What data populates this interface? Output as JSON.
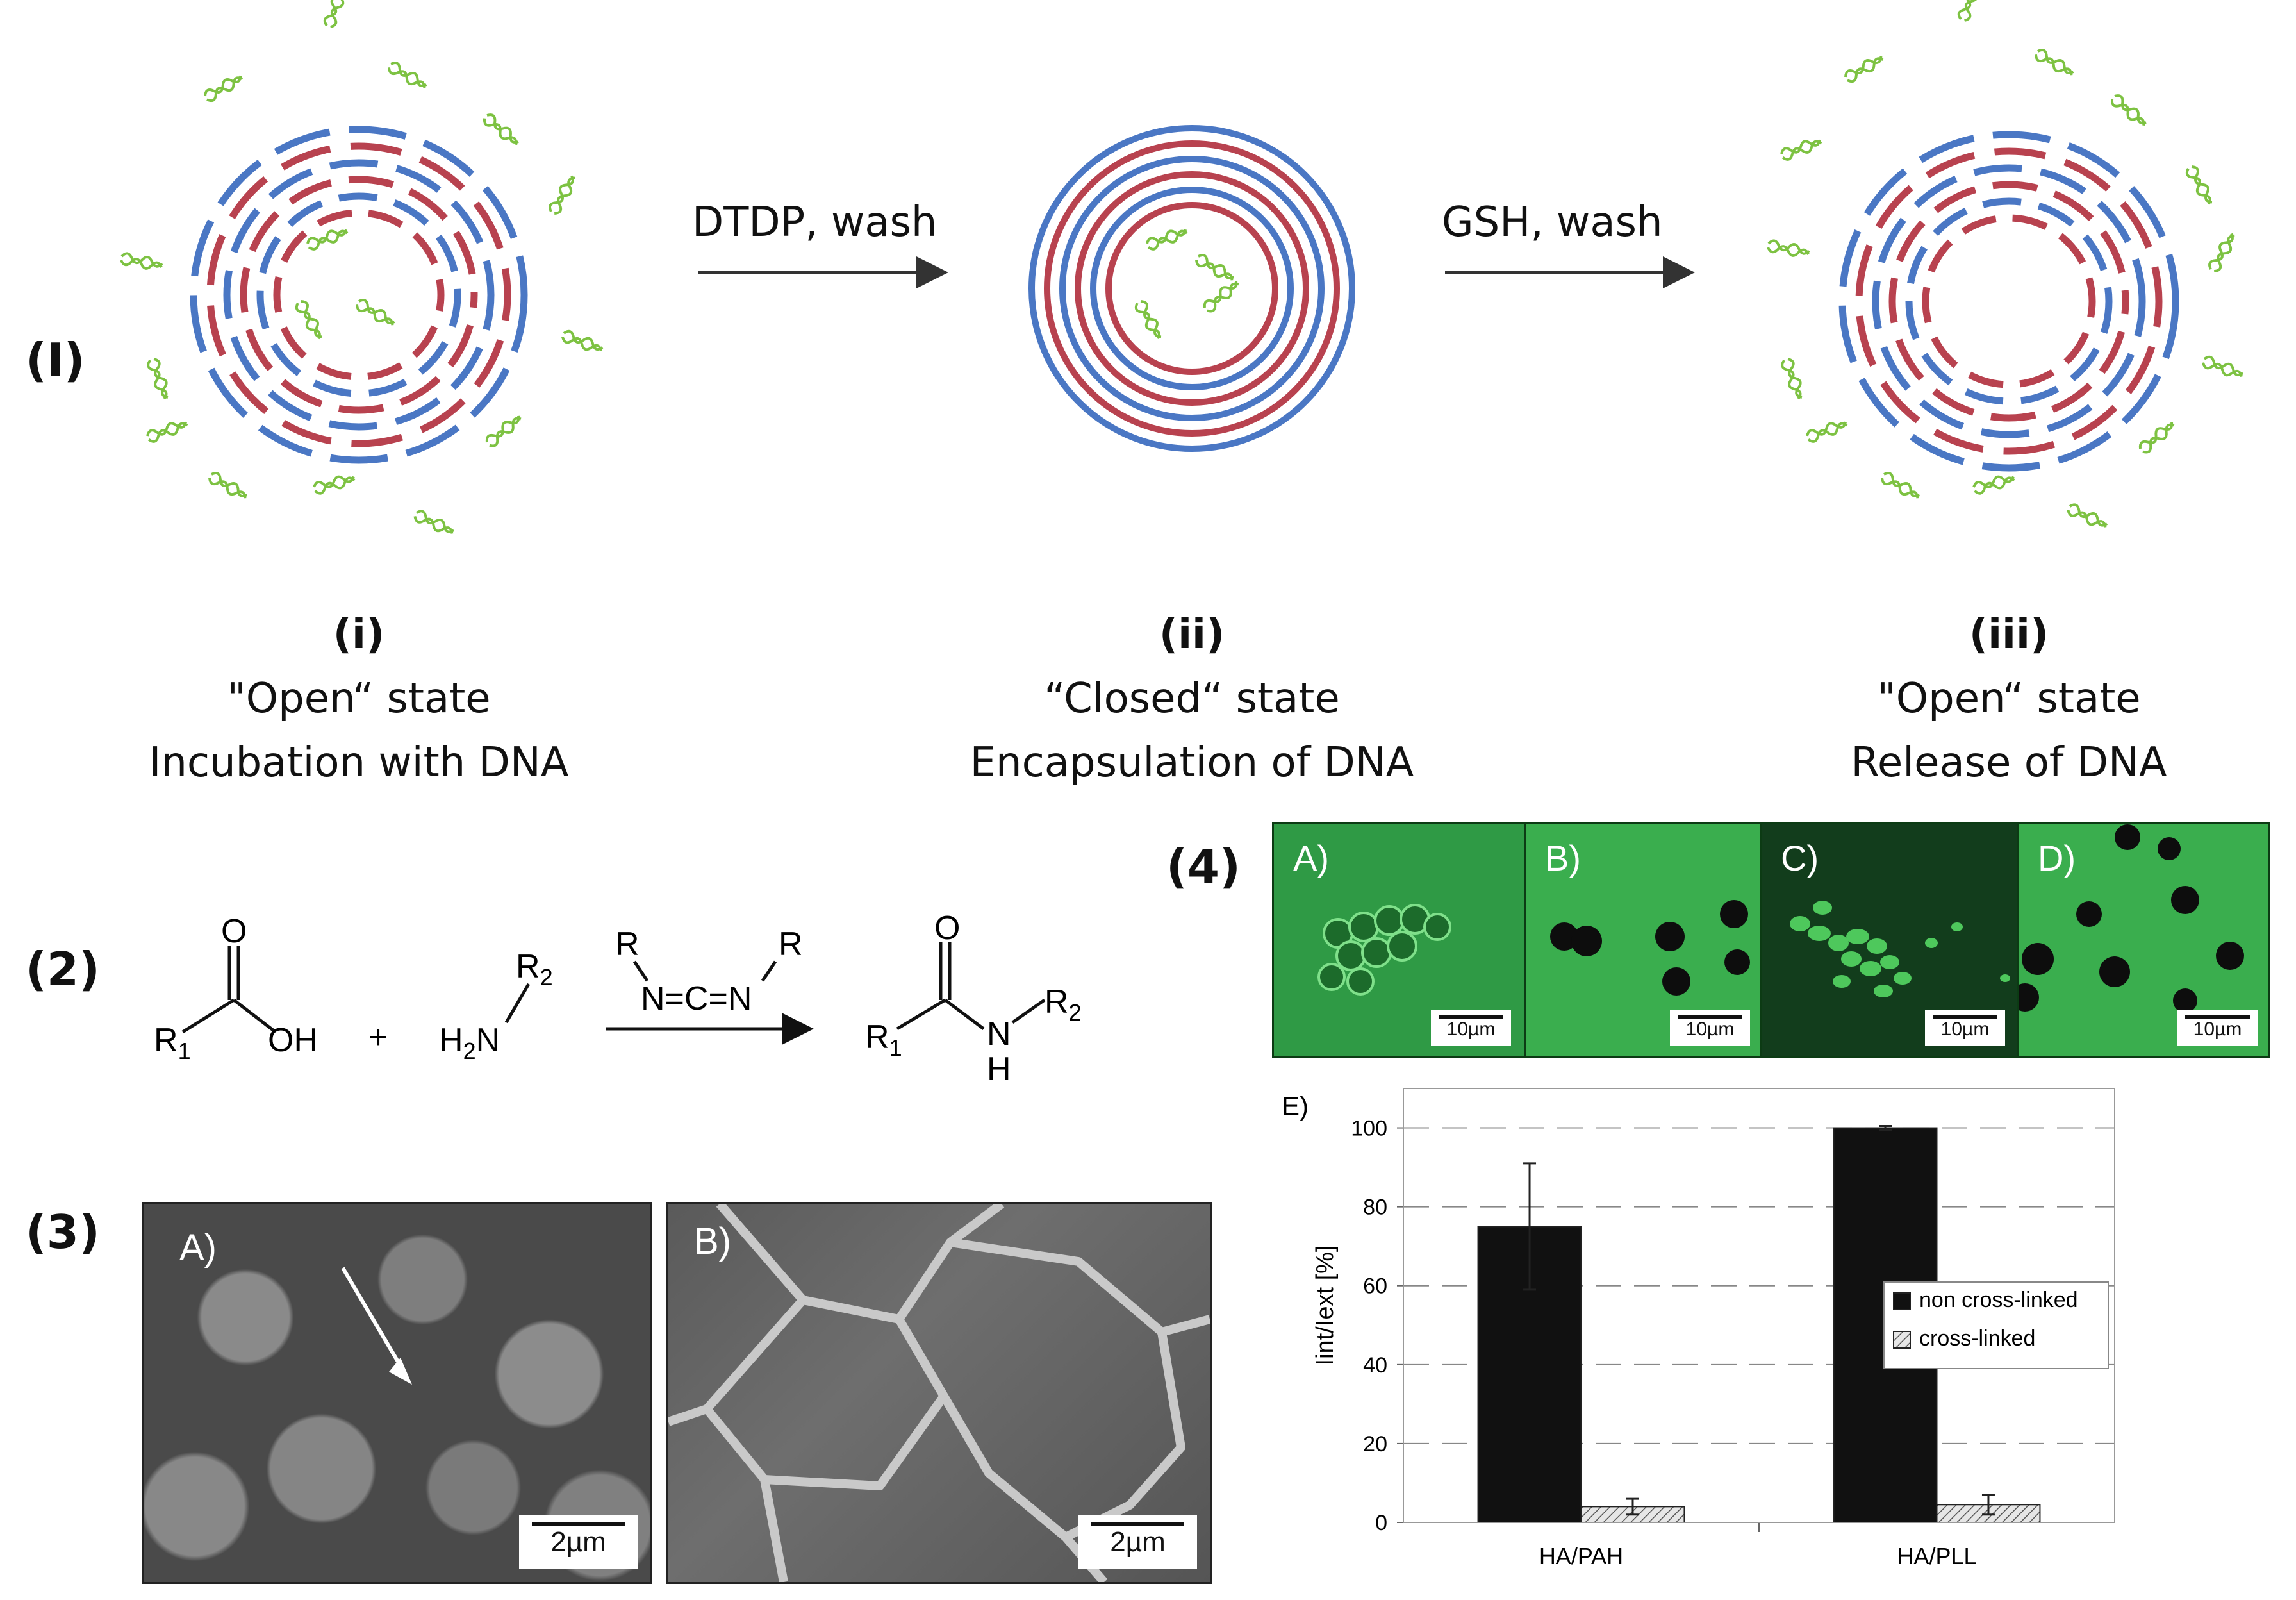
{
  "panels": {
    "p1": "(I)",
    "p2": "(2)",
    "p3": "(3)",
    "p4": "(4)"
  },
  "scheme": {
    "arrow1_label": "DTDP, wash",
    "arrow2_label": "GSH, wash",
    "states": [
      {
        "roman": "(i)",
        "line1": "\"Open“ state",
        "line2": "Incubation with DNA"
      },
      {
        "roman": "(ii)",
        "line1": "“Closed“ state",
        "line2": "Encapsulation of DNA"
      },
      {
        "roman": "(iii)",
        "line1": "\"Open“ state",
        "line2": "Release of DNA"
      }
    ],
    "colors": {
      "blue": "#4a77c4",
      "red": "#b8424f",
      "dna": "#7dc242"
    }
  },
  "reaction": {
    "R1": "R",
    "sub1": "1",
    "OH": "OH",
    "O": "O",
    "plus": "+",
    "H2N": "H",
    "sub2n": "2",
    "Nchar": "N",
    "R2": "R",
    "sub2": "2",
    "carbodiimide": "N=C=N",
    "R_left": "R",
    "R_right": "R",
    "prod_O": "O",
    "prod_R1": "R",
    "prod_sub1": "1",
    "prod_N": "N",
    "prod_H": "H",
    "prod_R2": "R",
    "prod_sub2": "2"
  },
  "sem": {
    "A_label": "A)",
    "A_scale": "2µm",
    "B_label": "B)",
    "B_scale": "2µm"
  },
  "fluo": {
    "panels": [
      {
        "label": "A)",
        "scale": "10µm"
      },
      {
        "label": "B)",
        "scale": "10µm"
      },
      {
        "label": "C)",
        "scale": "10µm"
      },
      {
        "label": "D)",
        "scale": "10µm"
      }
    ]
  },
  "chart_data": {
    "type": "bar",
    "panel_label": "E)",
    "categories": [
      "HA/PAH",
      "HA/PLL"
    ],
    "series": [
      {
        "name": "non cross-linked",
        "values": [
          75,
          100
        ],
        "errors": [
          16,
          0.5
        ]
      },
      {
        "name": "cross-linked",
        "values": [
          4,
          4.5
        ],
        "errors": [
          2,
          2.5
        ]
      }
    ],
    "ylabel": "Iint/Iext [%]",
    "ylim": [
      0,
      110
    ],
    "yticks": [
      0,
      20,
      40,
      60,
      80,
      100
    ],
    "grid": true,
    "legend": "right",
    "colors": {
      "non cross-linked": "#111111",
      "cross-linked": "#cfcfcf"
    }
  }
}
